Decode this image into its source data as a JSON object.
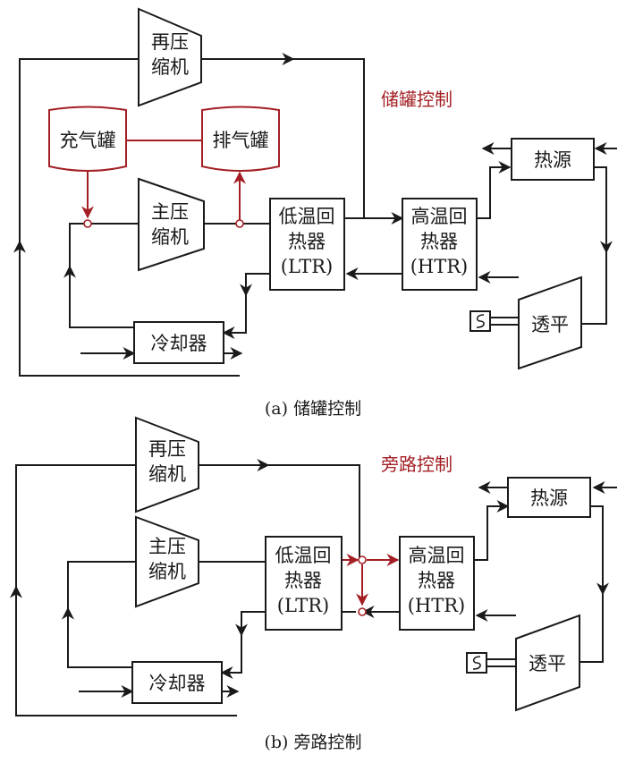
{
  "colors": {
    "line": "#1a1a1a",
    "control": "#a31f24"
  },
  "diagram_a": {
    "recompressor": [
      "再压",
      "缩机"
    ],
    "main_compressor": [
      "主压",
      "缩机"
    ],
    "ltr": [
      "低温回",
      "热器",
      "(LTR)"
    ],
    "htr": [
      "高温回",
      "热器",
      "(HTR)"
    ],
    "heat_source": "热源",
    "turbine": "透平",
    "cooler": "冷却器",
    "charge_tank": "充气罐",
    "discharge_tank": "排气罐",
    "control_label": "储罐控制",
    "caption": "(a) 储罐控制"
  },
  "diagram_b": {
    "recompressor": [
      "再压",
      "缩机"
    ],
    "main_compressor": [
      "主压",
      "缩机"
    ],
    "ltr": [
      "低温回",
      "热器",
      "(LTR)"
    ],
    "htr": [
      "高温回",
      "热器",
      "(HTR)"
    ],
    "heat_source": "热源",
    "turbine": "透平",
    "cooler": "冷却器",
    "control_label": "旁路控制",
    "caption": "(b) 旁路控制"
  }
}
